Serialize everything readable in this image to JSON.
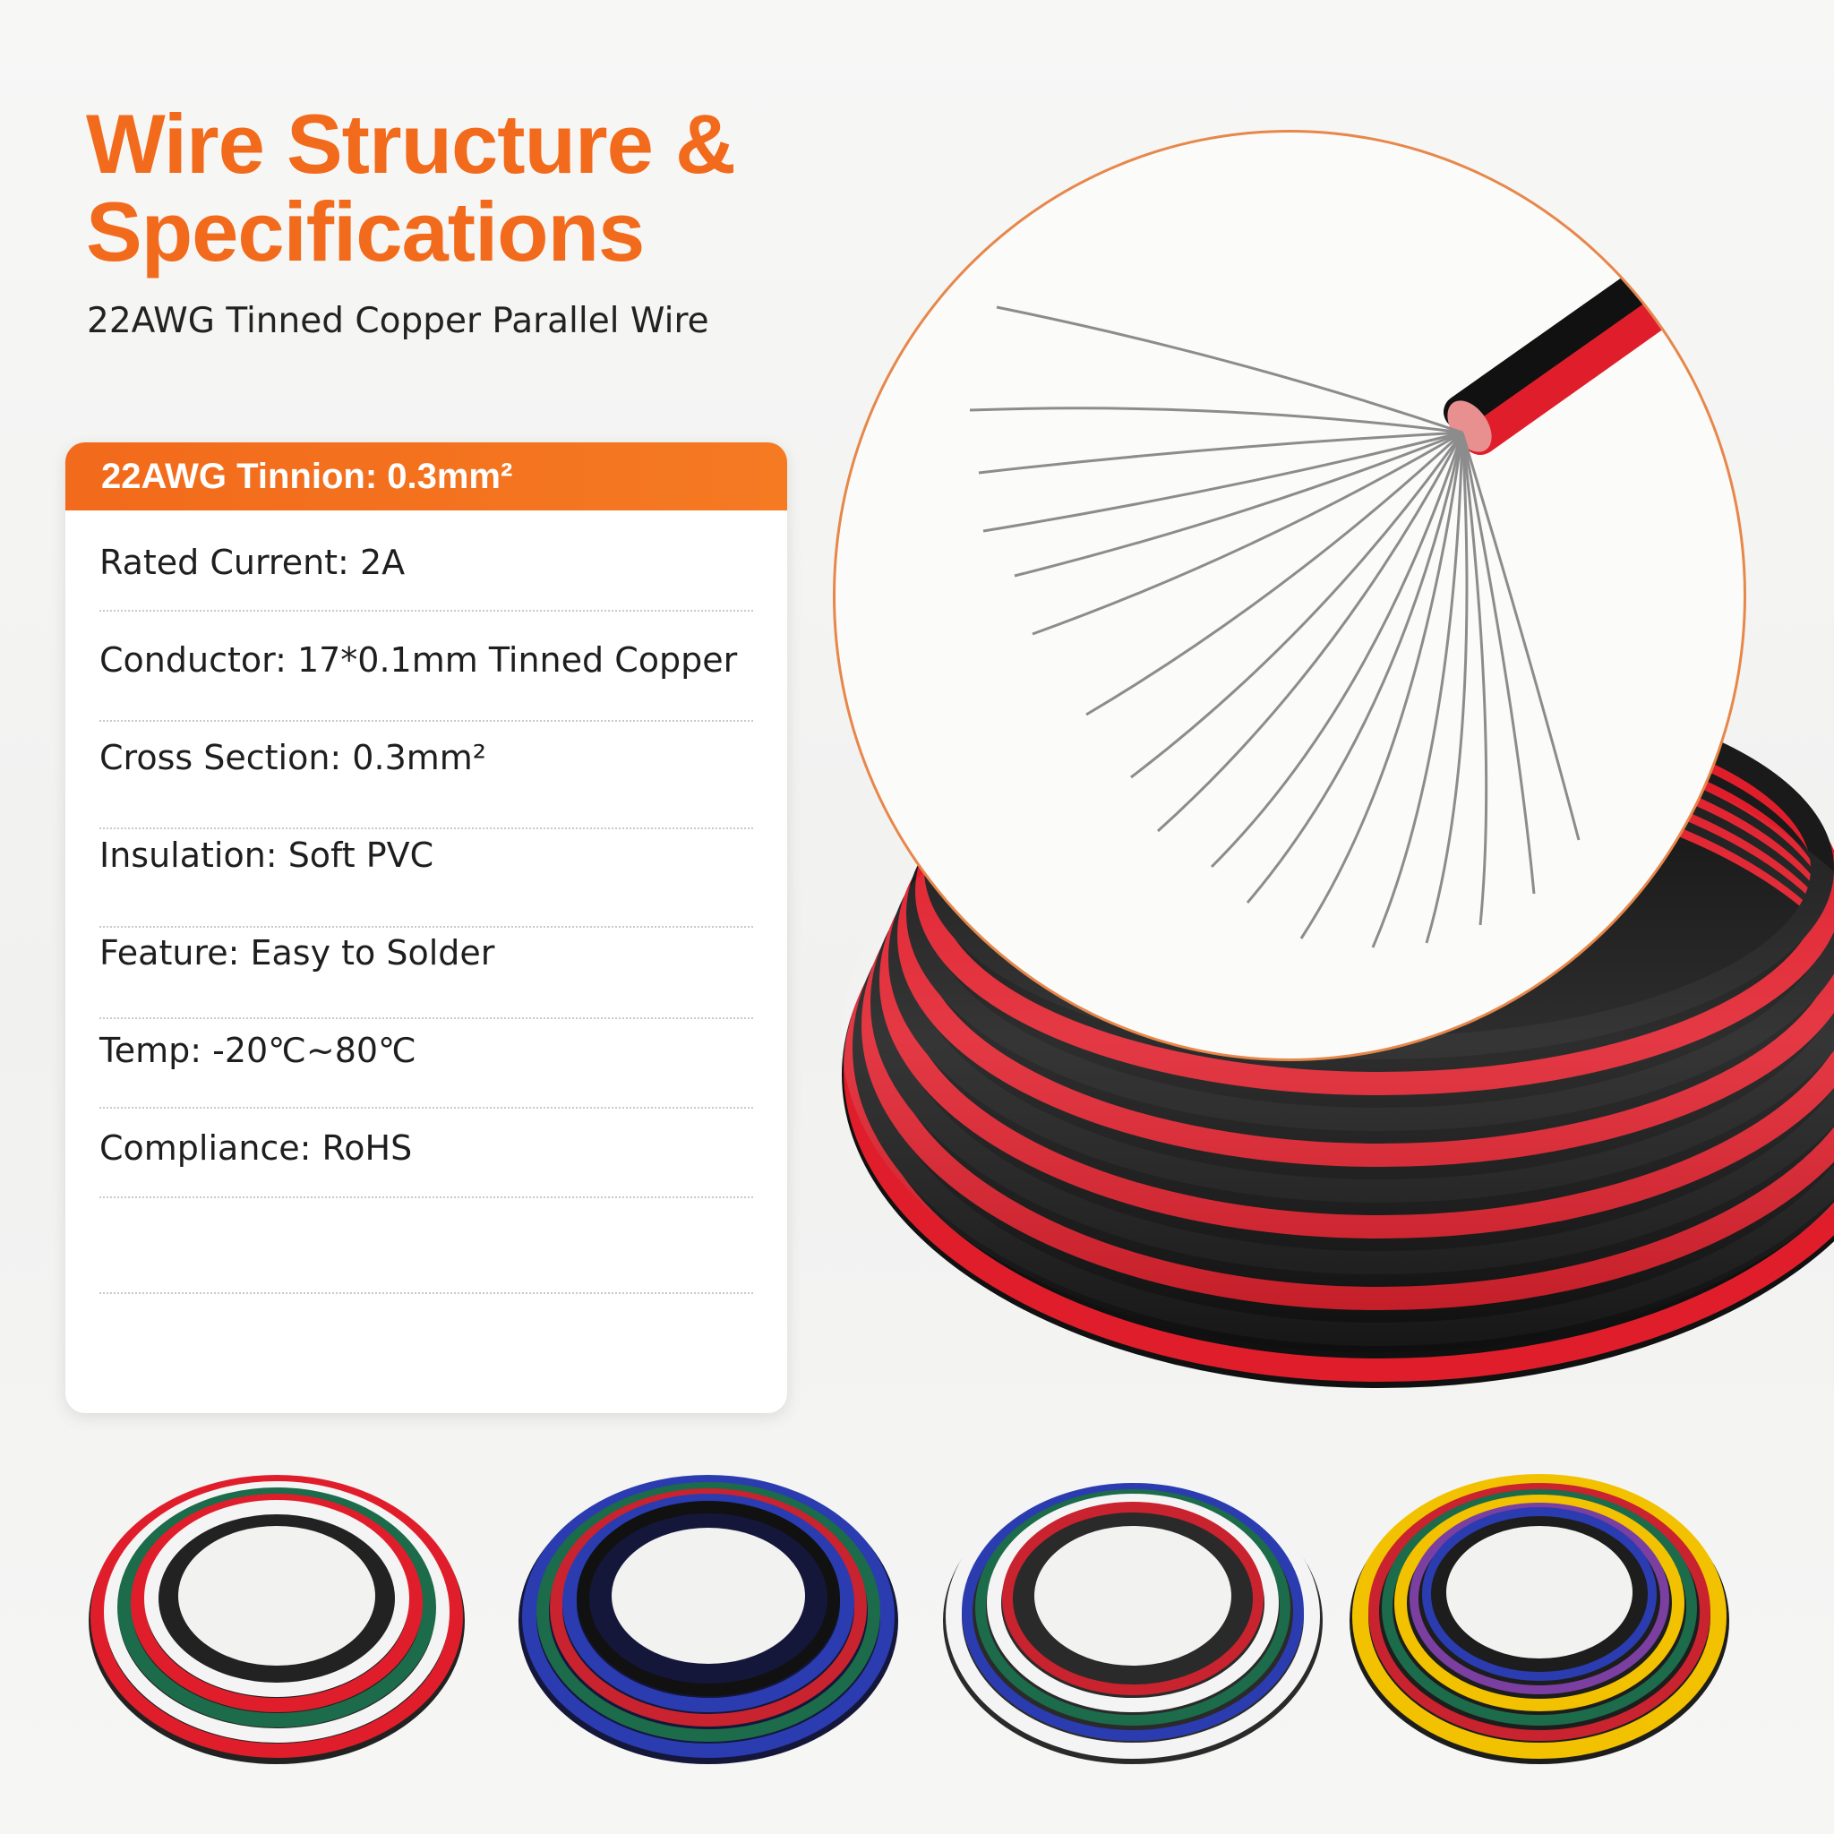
{
  "header": {
    "title_line1": "Wire Structure &",
    "title_line2": "Specifications",
    "subtitle": "22AWG Tinned Copper Parallel Wire"
  },
  "spec_card": {
    "header": "22AWG Tinnion: 0.3mm²",
    "rows": [
      "Rated Current: 2A",
      "Conductor: 17*0.1mm Tinned Copper",
      "Cross Section: 0.3mm²",
      "Insulation: Soft PVC",
      "Feature: Easy to Solder",
      "Temp: -20℃~80℃",
      "Compliance: RoHS"
    ]
  },
  "colors": {
    "accent": "#f26a1b",
    "wire_red": "#e01e2b",
    "wire_black": "#1a1a1a"
  }
}
